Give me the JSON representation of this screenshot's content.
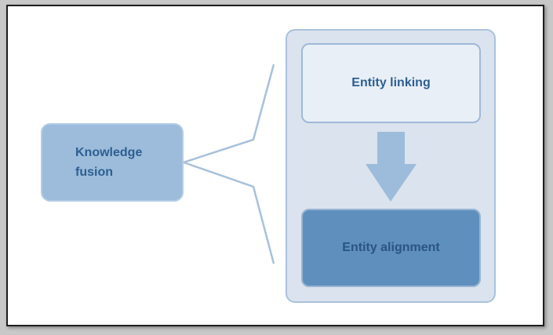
{
  "diagram": {
    "source_node": {
      "line1": "Knowledge",
      "line2": "fusion"
    },
    "steps": [
      {
        "label": "Entity linking"
      },
      {
        "label": "Entity alignment"
      }
    ],
    "colors": {
      "source_fill": "#9dbcdb",
      "group_fill": "#dbe3ee",
      "step1_fill": "#e9eff7",
      "step2_fill": "#5f8fbd",
      "arrow_fill": "#9dbcdb",
      "text": "#2c5f92"
    }
  }
}
